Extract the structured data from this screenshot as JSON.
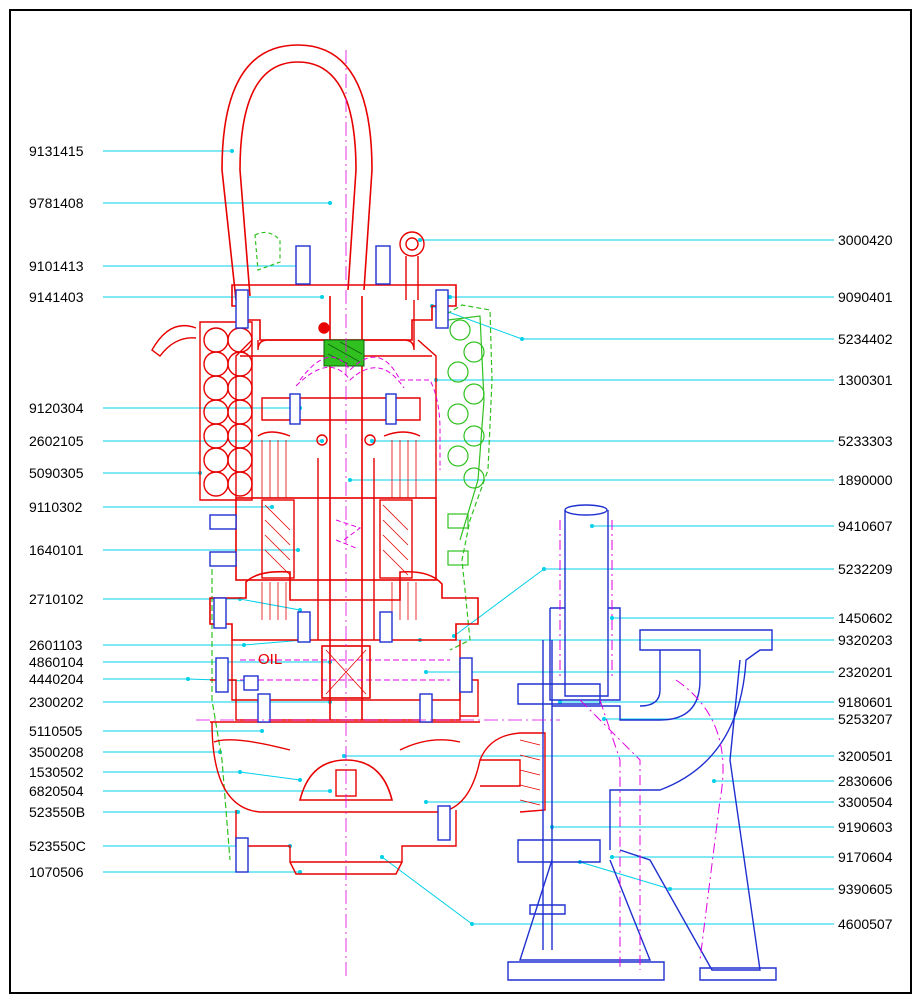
{
  "left_labels": [
    "9131415",
    "9781408",
    "9101413",
    "9141403",
    "9120304",
    "2602105",
    "5090305",
    "9110302",
    "1640101",
    "2710102",
    "2601103",
    "4860104",
    "4440204",
    "2300202",
    "5110505",
    "3500208",
    "1530502",
    "6820504",
    "523550B",
    "523550C",
    "1070506"
  ],
  "right_labels": [
    "3000420",
    "9090401",
    "5234402",
    "1300301",
    "5233303",
    "1890000",
    "9410607",
    "5232209",
    "1450602",
    "9320203",
    "2320201",
    "9180601",
    "5253207",
    "3200501",
    "2830606",
    "3300504",
    "9190603",
    "9170604",
    "9390605",
    "4600507"
  ],
  "oil_text": "OIL",
  "colors": {
    "leader": "#00d0e8",
    "pump": "#e80000",
    "base": "#2030d0",
    "cooling": "#30c020",
    "accent": "#e000e0",
    "border": "#000000"
  }
}
